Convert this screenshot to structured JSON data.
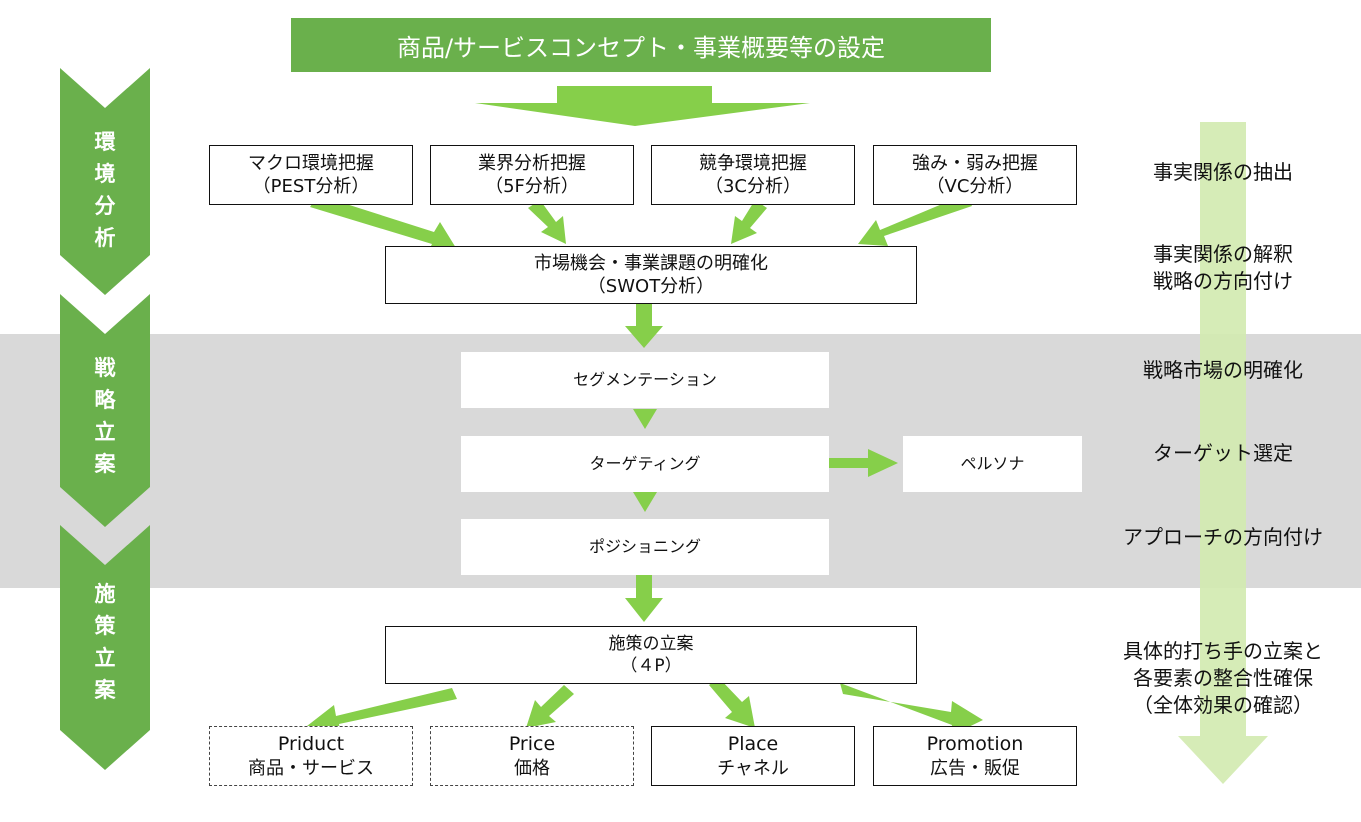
{
  "banner": "商品/サービスコンセプト・事業概要等の設定",
  "phases": [
    {
      "chars": [
        "環",
        "境",
        "分",
        "析"
      ]
    },
    {
      "chars": [
        "戦",
        "略",
        "立",
        "案"
      ]
    },
    {
      "chars": [
        "施",
        "策",
        "立",
        "案"
      ]
    }
  ],
  "analysis_boxes": [
    {
      "line1": "マクロ環境把握",
      "line2": "（PEST分析）"
    },
    {
      "line1": "業界分析把握",
      "line2": "（5F分析）"
    },
    {
      "line1": "競争環境把握",
      "line2": "（3C分析）"
    },
    {
      "line1": "強み・弱み把握",
      "line2": "（VC分析）"
    }
  ],
  "swot_box": {
    "line1": "市場機会・事業課題の明確化",
    "line2": "（SWOT分析）"
  },
  "strategy_steps": {
    "segmentation": "セグメンテーション",
    "targeting": "ターゲティング",
    "persona": "ペルソナ",
    "positioning": "ポジショニング"
  },
  "measures_box": {
    "line1": "施策の立案",
    "line2": "（４P）"
  },
  "four_p": [
    {
      "en": "Priduct",
      "jp": "商品・サービス",
      "style": "dashed"
    },
    {
      "en": "Price",
      "jp": "価格",
      "style": "dashed"
    },
    {
      "en": "Place",
      "jp": "チャネル",
      "style": "solid"
    },
    {
      "en": "Promotion",
      "jp": "広告・販促",
      "style": "solid"
    }
  ],
  "right_labels": {
    "fact_extract": "事実関係の抽出",
    "fact_interpret_1": "事実関係の解釈",
    "fact_interpret_2": "戦略の方向付け",
    "market_clarify": "戦略市場の明確化",
    "target_select": "ターゲット選定",
    "approach": "アプローチの方向付け",
    "plan_1": "具体的打ち手の立案と",
    "plan_2": "各要素の整合性確保",
    "plan_3": "（全体効果の確認）"
  },
  "colors": {
    "green": "#6ab04c",
    "bright_green": "#86cf4a",
    "light_green": "#d3eab1",
    "gray_band": "#d9d9d9"
  }
}
